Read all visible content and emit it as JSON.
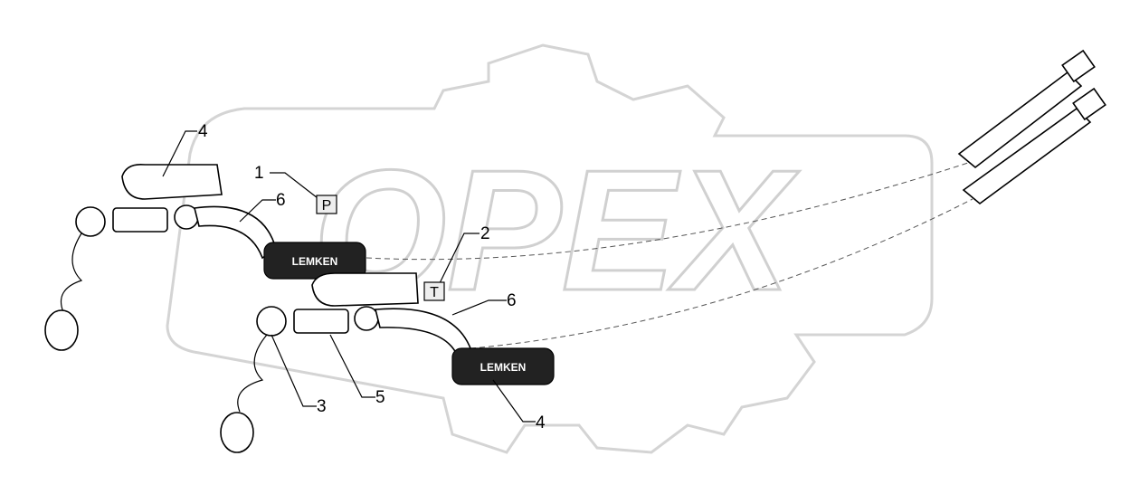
{
  "diagram": {
    "watermark": "OPEX",
    "brand_on_parts": "LEMKEN",
    "callouts": [
      {
        "id": "callout-4-top",
        "label": "4"
      },
      {
        "id": "callout-1",
        "label": "1"
      },
      {
        "id": "callout-6-top",
        "label": "6"
      },
      {
        "id": "callout-2",
        "label": "2"
      },
      {
        "id": "callout-6-bottom",
        "label": "6"
      },
      {
        "id": "callout-3",
        "label": "3"
      },
      {
        "id": "callout-5",
        "label": "5"
      },
      {
        "id": "callout-4-bottom",
        "label": "4"
      }
    ],
    "markers": [
      {
        "id": "marker-p",
        "label": "P"
      },
      {
        "id": "marker-t",
        "label": "T"
      }
    ],
    "colors": {
      "line": "#000000",
      "watermark": "#d4d4d4"
    }
  }
}
